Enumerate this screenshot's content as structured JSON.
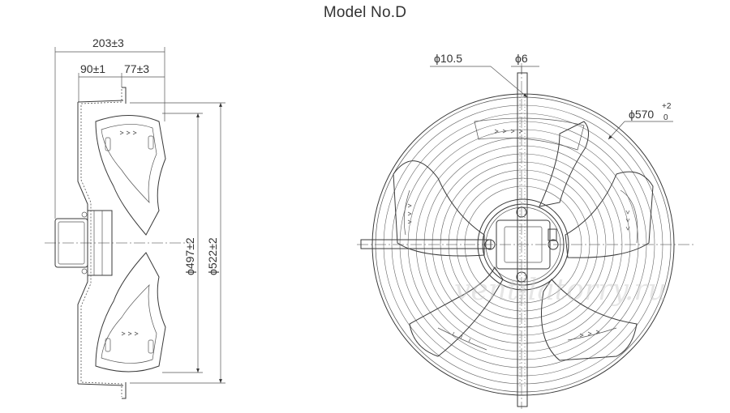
{
  "title": "Model No.D",
  "side_view": {
    "overall_depth": "203±3",
    "hub_depth": "90±1",
    "guard_depth": "77±3",
    "blade_diameter": "ϕ497±2",
    "guard_diameter": "ϕ522±2"
  },
  "front_view": {
    "hole_left": "ϕ10.5",
    "hole_right": "ϕ6",
    "guard_outer": "ϕ570",
    "guard_outer_tol_upper": "+2",
    "guard_outer_tol_lower": "0"
  },
  "watermark": "ventilatorry.ru"
}
